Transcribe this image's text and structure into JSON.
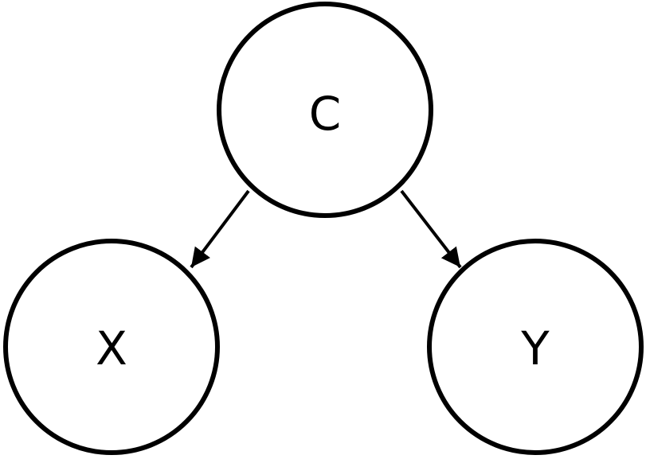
{
  "nodes": [
    {
      "id": "C",
      "label": "C"
    },
    {
      "id": "X",
      "label": "X"
    },
    {
      "id": "Y",
      "label": "Y"
    }
  ],
  "edges": [
    {
      "from": "C",
      "to": "X"
    },
    {
      "from": "C",
      "to": "Y"
    }
  ],
  "colors": {
    "stroke": "#000000",
    "fill": "#ffffff"
  }
}
